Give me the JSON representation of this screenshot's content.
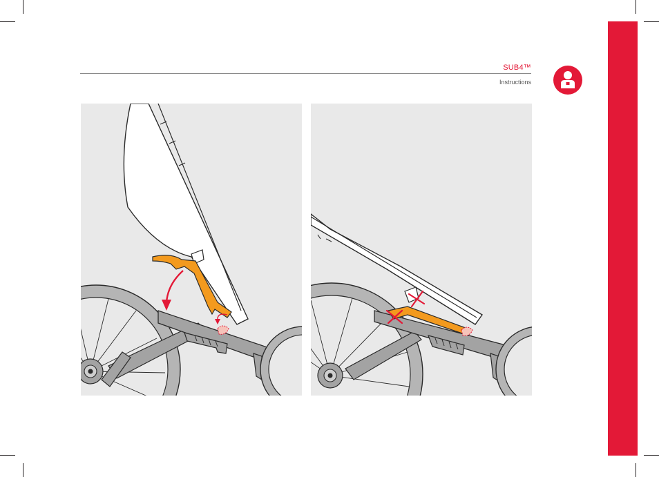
{
  "header": {
    "brand": "SUB4™",
    "subtitle": "Instructions",
    "badge_icon": "person-icon"
  },
  "colors": {
    "accent": "#e31937",
    "panel_bg": "#e9e9e9",
    "highlight_part": "#f39a1e",
    "frame_gray": "#a3a3a3",
    "outline": "#2b2b2b"
  },
  "figures": [
    {
      "icon": "seat-latch-insert-illustration"
    },
    {
      "icon": "seat-latch-blocked-illustration"
    }
  ]
}
